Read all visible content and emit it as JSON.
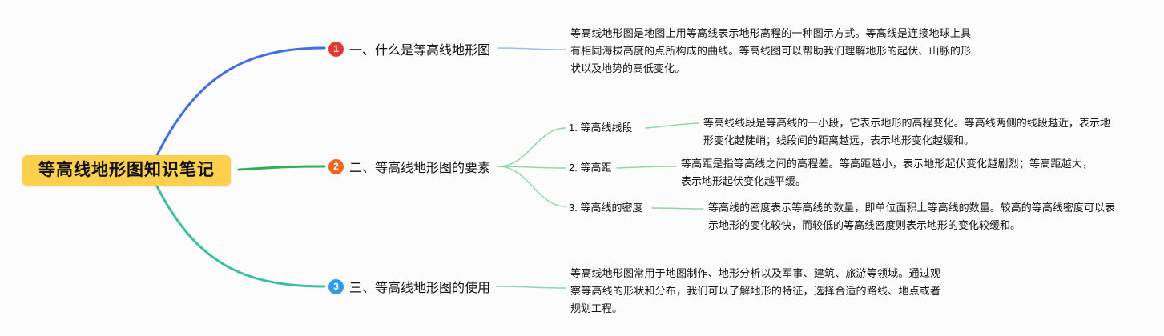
{
  "root": {
    "label": "等高线地形图知识笔记",
    "bg": "#ffd04d"
  },
  "colors": {
    "branch1_line": "#3f6de4",
    "branch2_line": "#2cb150",
    "branch3_line": "#3bbfa0",
    "sub_line": "#93d6a8",
    "note1_line": "#a3bce6",
    "note3_line": "#8fd2c2"
  },
  "branches": [
    {
      "badge": "1",
      "badge_color": "#e2392e",
      "label": "一、什么是等高线地形图",
      "detail": "等高线地形图是地图上用等高线表示地形高程的一种图示方式。等高线是连接地球上具有相同海拔高度的点所构成的曲线。等高线图可以帮助我们理解地形的起伏、山脉的形状以及地势的高低变化。"
    },
    {
      "badge": "2",
      "badge_color": "#f0641e",
      "label": "二、等高线地形图的要素",
      "children": [
        {
          "label": "1. 等高线线段",
          "detail": "等高线线段是等高线的一小段，它表示地形的高程变化。等高线两侧的线段越近，表示地形变化越陡峭；线段间的距离越远，表示地形变化越缓和。"
        },
        {
          "label": "2. 等高距",
          "detail": "等高距是指等高线之间的高程差。等高距越小，表示地形起伏变化越剧烈；等高距越大，表示地形起伏变化越平缓。"
        },
        {
          "label": "3. 等高线的密度",
          "detail": "等高线的密度表示等高线的数量，即单位面积上等高线的数量。较高的等高线密度可以表示地形的变化较快，而较低的等高线密度则表示地形的变化较缓和。"
        }
      ]
    },
    {
      "badge": "3",
      "badge_color": "#2f9bf0",
      "label": "三、等高线地形图的使用",
      "detail": "等高线地形图常用于地图制作、地形分析以及军事、建筑、旅游等领域。通过观察等高线的形状和分布，我们可以了解地形的特征，选择合适的路线、地点或者规划工程。"
    }
  ]
}
